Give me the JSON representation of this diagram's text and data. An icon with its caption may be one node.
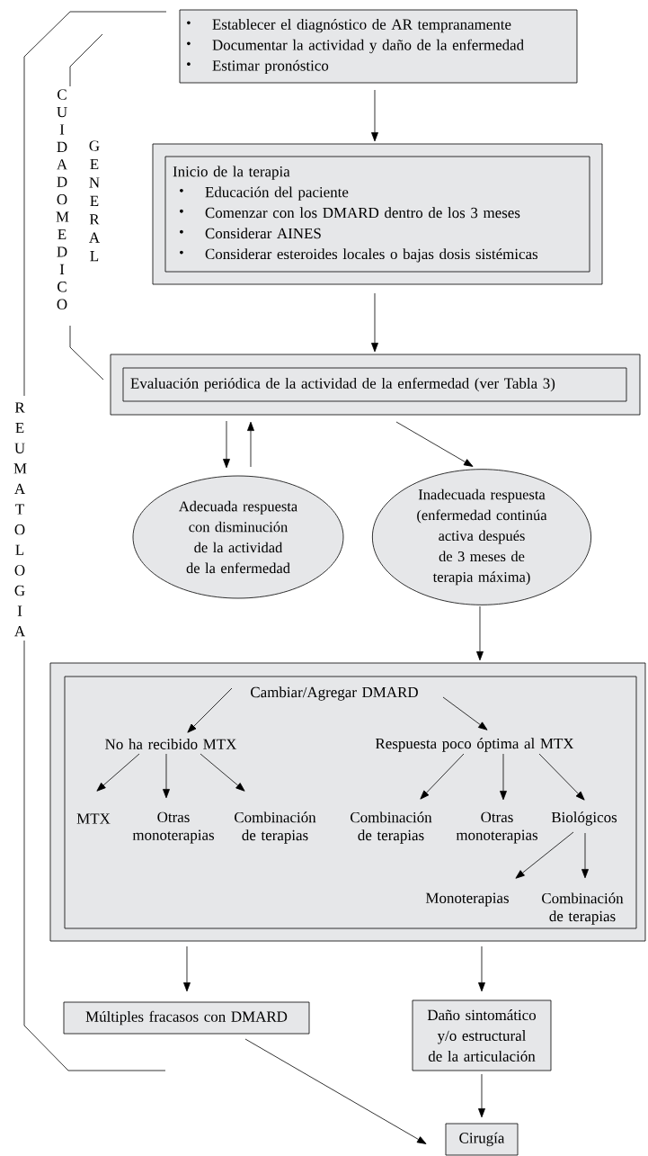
{
  "diagram": {
    "nodes": [
      {
        "text": [
          "Establecer el diagnóstico de AR tempranamente",
          "Documentar la actividad y daño de la enfermedad",
          "Estimar pronóstico"
        ]
      },
      {
        "text": [],
        "shape": "box"
      },
      {
        "text": [
          "Inicio de la terapia",
          "Educación del paciente",
          "Comenzar con los DMARD dentro de los 3 meses",
          "Considerar AINES",
          "Considerar esteroides locales o bajas dosis sistémicas"
        ],
        "in": 1
      },
      {
        "text": [],
        "shape": "box"
      },
      {
        "text": [
          "Evaluación periódica de la actividad de la enfermedad (ver Tabla 3)"
        ],
        "in": 3
      },
      {
        "text": [
          "Adecuada respuesta con disminución de la actividad de la enfermedad"
        ]
      },
      {
        "text": [
          "Inadecuada respuesta (enfermedad continúa activa después de 3 meses de terapia máxima)"
        ]
      },
      {
        "text": [],
        "shape": "box"
      },
      {
        "text": [],
        "shape": "box",
        "in": 7
      },
      {
        "text": [
          "Cambiar/Agregar DMARD"
        ],
        "in": 8
      },
      {
        "text": [
          "No ha recibido MTX"
        ],
        "in": 8
      },
      {
        "text": [
          "MTX"
        ],
        "in": 8
      },
      {
        "text": [
          "Otras monoterapias"
        ],
        "in": 8
      },
      {
        "text": [
          "Combinación de terapias"
        ],
        "in": 8
      },
      {
        "text": [
          "Respuesta poco óptima al MTX"
        ],
        "in": 8
      },
      {
        "text": [
          "Combinación de terapias"
        ],
        "in": 8
      },
      {
        "text": [
          "Otras monoterapias"
        ],
        "in": 8
      },
      {
        "text": [
          "Biológicos"
        ],
        "in": 8
      },
      {
        "text": [
          "Monoterapias"
        ],
        "in": 8
      },
      {
        "text": [
          "Combinación de terapias"
        ],
        "in": 8
      },
      {
        "text": [
          "Múltiples fracasos con DMARD"
        ]
      },
      {
        "text": [
          "Daño sintomático y/o estructural de la articulación"
        ]
      },
      {
        "text": [
          "Cirugía"
        ]
      }
    ],
    "edges": [
      {
        "from": 0,
        "to": 1,
        "arrow": "to"
      },
      {
        "from": 1,
        "to": 3,
        "arrow": "to"
      },
      {
        "from": 3,
        "to": 5,
        "arrow": "to"
      },
      {
        "from": 5,
        "to": 3,
        "arrow": "to"
      },
      {
        "from": 3,
        "to": 6,
        "arrow": "to"
      },
      {
        "from": 6,
        "to": 7,
        "arrow": "to"
      },
      {
        "from": 9,
        "to": 10,
        "arrow": "to"
      },
      {
        "from": 9,
        "to": 14,
        "arrow": "to"
      },
      {
        "from": 10,
        "to": 11,
        "arrow": "to"
      },
      {
        "from": 10,
        "to": 12,
        "arrow": "to"
      },
      {
        "from": 10,
        "to": 13,
        "arrow": "to"
      },
      {
        "from": 14,
        "to": 15,
        "arrow": "to"
      },
      {
        "from": 14,
        "to": 16,
        "arrow": "to"
      },
      {
        "from": 14,
        "to": 17,
        "arrow": "to"
      },
      {
        "from": 17,
        "to": 18,
        "arrow": "to"
      },
      {
        "from": 17,
        "to": 19,
        "arrow": "to"
      },
      {
        "from": 7,
        "to": 20,
        "arrow": "to"
      },
      {
        "from": 7,
        "to": 21,
        "arrow": "to"
      },
      {
        "from": 20,
        "to": 22,
        "arrow": "to"
      },
      {
        "from": 21,
        "to": 22,
        "arrow": "to"
      }
    ],
    "labels": [
      "CUIDADO MEDICO",
      "GENERAL",
      "REUMATOLOGIA"
    ]
  }
}
